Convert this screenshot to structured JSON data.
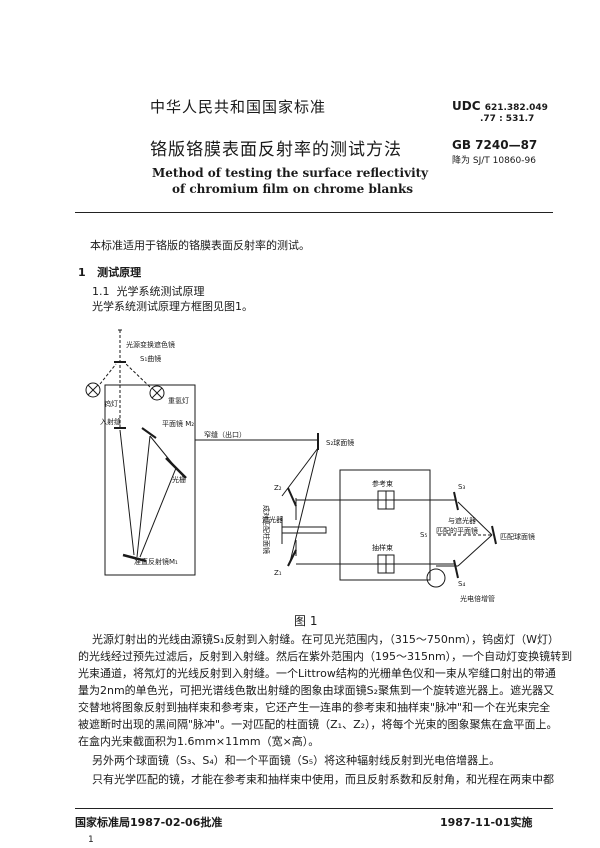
{
  "header": {
    "standard_title": "中华人民共和国国家标准",
    "udc_prefix": "UDC",
    "udc_code_1": "621.382.049",
    "udc_code_2": ".77 : 531.7",
    "title_cn": "铬版铬膜表面反射率的测试方法",
    "gb_number": "GB 7240—87",
    "replaced_by": "降为 SJ/T 10860-96",
    "title_en_1": "Method of testing the surface reflectivity",
    "title_en_2": "of chromium film on chrome blanks"
  },
  "intro": "本标准适用于铬版的铬膜表面反射率的测试。",
  "section1": {
    "number": "1",
    "title": "测试原理",
    "sub_number": "1.1",
    "sub_title": "光学系统测试原理",
    "sub_desc": "光学系统测试原理方框图见图1。"
  },
  "figure": {
    "caption": "图 1",
    "labels": {
      "light_switch": "光源变换遮色镜",
      "s1_mirror": "S₁曲镜",
      "tungsten_lamp": "钨灯",
      "deuterium_lamp": "重氢灯",
      "entrance_slit": "入射缝",
      "plane_mirror_m2": "平面镜 M₂",
      "narrow_slit": "窄缝（出口）",
      "s2_mirror": "S₂球面镜",
      "grating": "光栅",
      "collimator_m1": "准直反射镜M₁",
      "z2": "Z₂",
      "z1": "Z₁",
      "chopper": "遮光器",
      "ref_beam": "参考束",
      "sample_beam": "抽样束",
      "matched_cylindrical": "成对匹配柱面镜",
      "s3": "S₃",
      "s4": "S₄",
      "s5": "S₅",
      "with_chopper": "与遮光器",
      "matched_plane": "匹配的平面镜",
      "matched_spherical": "匹配球面镜",
      "photomultiplier": "光电倍增管"
    }
  },
  "body_lines": [
    "光源灯射出的光线由源镜S₁反射到入射缝。在可见光范围内，（315～750nm），钨卤灯（W灯）",
    "的光线经过预先过滤后，反射到入射缝。然后在紫外范围内（195～315nm），一个自动灯变换镜转到",
    "光束通道，将氖灯的光线反射到入射缝。一个Littrow结构的光栅单色仪和一束从窄缝口射出的带通",
    "量为2nm的单色光，可把光谱线色散出射缝的图象由球面镜S₂聚焦到一个旋转遮光器上。遮光器又",
    "交替地将图象反射到抽样束和参考束，它还产生一连串的参考束和抽样束\"脉冲\"和一个在光束完全",
    "被遮断时出现的黑间隔\"脉冲\"。一对匹配的柱面镜（Z₁、Z₂），将每个光束的图象聚焦在盒平面上。",
    "在盒内光束截面积为1.6mm×11mm（宽×高）。",
    "另外两个球面镜（S₃、S₄）和一个平面镜（S₅）将这种辐射线反射到光电倍增器上。",
    "只有光学匹配的镜，才能在参考束和抽样束中使用，而且反射系数和反射角，和光程在两束中都"
  ],
  "footer": {
    "approval": "国家标准局1987-02-06批准",
    "implementation": "1987-11-01实施",
    "page_number": "1"
  }
}
